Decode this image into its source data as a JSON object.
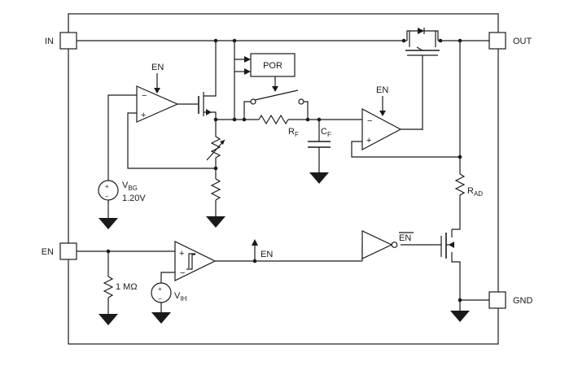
{
  "pins": {
    "in": "IN",
    "out": "OUT",
    "en": "EN",
    "gnd": "GND"
  },
  "blocks": {
    "por": "POR"
  },
  "labels": {
    "en_top_amp": "EN",
    "en_error_amp": "EN",
    "en_comp_out": "EN",
    "en_bar": "EN",
    "vbg_main": "V",
    "vbg_sub": "BG",
    "vbg_value": "1.20V",
    "vih_main": "V",
    "vih_sub": "IH",
    "rf_main": "R",
    "rf_sub": "F",
    "cf_main": "C",
    "cf_sub": "F",
    "rad_main": "R",
    "rad_sub": "AD",
    "pulldown": "1 MΩ"
  },
  "signs": {
    "plus": "+",
    "minus": "−"
  }
}
